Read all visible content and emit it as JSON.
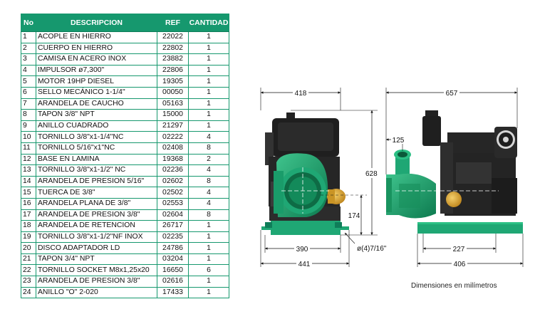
{
  "table": {
    "headers": [
      "No",
      "DESCRIPCION",
      "REF",
      "CANTIDAD"
    ],
    "rows": [
      [
        "1",
        "ACOPLE EN HIERRO",
        "22022",
        "1"
      ],
      [
        "2",
        "CUERPO EN HIERRO",
        "22802",
        "1"
      ],
      [
        "3",
        "CAMISA EN ACERO INOX",
        "23882",
        "1"
      ],
      [
        "4",
        "IMPULSOR ø7,300\"",
        "22806",
        "1"
      ],
      [
        "5",
        "MOTOR 19HP DIESEL",
        "19305",
        "1"
      ],
      [
        "6",
        "SELLO MECÁNICO 1-1/4\"",
        "00050",
        "1"
      ],
      [
        "7",
        "ARANDELA DE CAUCHO",
        "05163",
        "1"
      ],
      [
        "8",
        "TAPON 3/8\" NPT",
        "15000",
        "1"
      ],
      [
        "9",
        "ANILLO CUADRADO",
        "21297",
        "1"
      ],
      [
        "10",
        "TORNILLO 3/8\"x1-1/4\"NC",
        "02222",
        "4"
      ],
      [
        "11",
        "TORNILLO 5/16\"x1\"NC",
        "02408",
        "8"
      ],
      [
        "12",
        "BASE EN LAMINA",
        "19368",
        "2"
      ],
      [
        "13",
        "TORNILLO 3/8\"x1-1/2\" NC",
        "02236",
        "4"
      ],
      [
        "14",
        "ARANDELA DE PRESION 5/16\"",
        "02602",
        "8"
      ],
      [
        "15",
        "TUERCA DE 3/8\"",
        "02502",
        "4"
      ],
      [
        "16",
        "ARANDELA PLANA DE 3/8\"",
        "02553",
        "4"
      ],
      [
        "17",
        "ARANDELA DE PRESION 3/8\"",
        "02604",
        "8"
      ],
      [
        "18",
        "ARANDELA DE RETENCION",
        "26717",
        "1"
      ],
      [
        "19",
        "TORNILLO 3/8\"x1-1/2\"NF INOX",
        "02235",
        "1"
      ],
      [
        "20",
        "DISCO ADAPTADOR LD",
        "24786",
        "1"
      ],
      [
        "21",
        "TAPON 3/4\" NPT",
        "03204",
        "1"
      ],
      [
        "22",
        "TORNILLO SOCKET M8x1,25x20",
        "16650",
        "6"
      ],
      [
        "23",
        "ARANDELA DE PRESION 3/8\"",
        "02616",
        "1"
      ],
      [
        "24",
        "ANILLO \"O\" 2-020",
        "17433",
        "1"
      ]
    ]
  },
  "front_view": {
    "dim_width_top": "418",
    "dim_height": "628",
    "dim_axis_height": "174",
    "dim_base_inner": "390",
    "dim_base_outer": "441",
    "dim_hole": "ø(4)7/16\""
  },
  "side_view": {
    "dim_length_top": "657",
    "dim_inlet_offset": "125",
    "dim_base_inner": "227",
    "dim_base_outer": "406"
  },
  "caption": "Dimensiones en milímetros",
  "colors": {
    "table_green": "#16986e",
    "pump_green": "#1fa774",
    "engine_black": "#1e1e1e",
    "brass": "#e0a52d"
  }
}
